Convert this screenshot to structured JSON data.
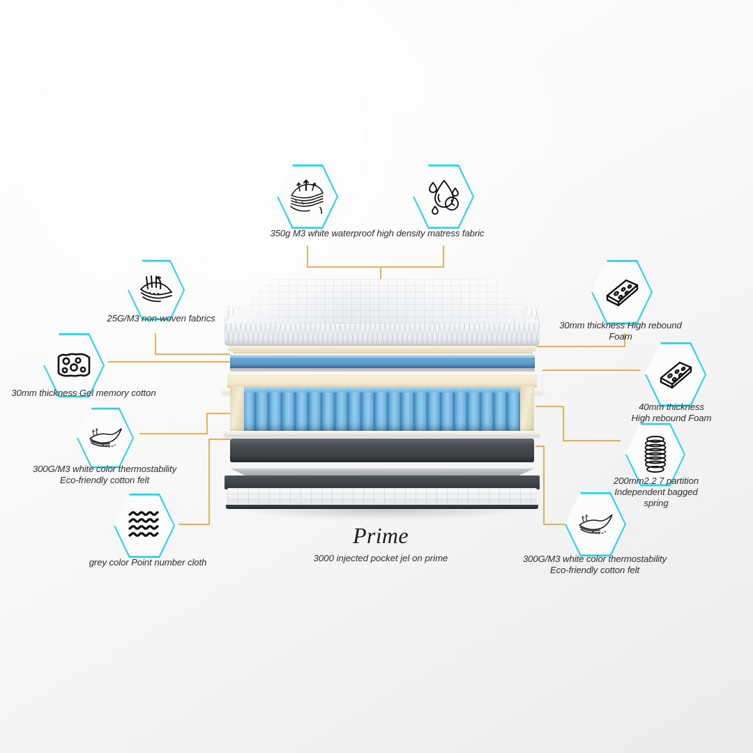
{
  "brand": {
    "name": "Prime",
    "tagline": "3000 injected pocket jel on prime"
  },
  "theme": {
    "hex_border": "#25d2e8",
    "connector": "#e8a33d",
    "icon_stroke": "#111111",
    "text": "#2d2d2d",
    "background": "#f6f6f6",
    "spring_blue": "#6fb2dd",
    "foam_cream": "#f0e6c8",
    "base_dark": "#4a4d52"
  },
  "features": [
    {
      "id": "waterproof-fabric",
      "icon": "breathable-fabric-layers-icon",
      "label": "350g  M3 white waterproof high density matress fabric",
      "side": "top"
    },
    {
      "id": "water-repellent",
      "icon": "water-droplet-icon",
      "label": "",
      "side": "top"
    },
    {
      "id": "non-woven-fabrics",
      "icon": "non-woven-fabric-icon",
      "label": "25G/M3 non-woven fabrics",
      "side": "left"
    },
    {
      "id": "gel-memory-cotton",
      "icon": "gel-foam-block-icon",
      "label": "30mm thickness Gel memory cotton",
      "side": "left"
    },
    {
      "id": "cotton-felt-left",
      "icon": "cotton-felt-sheet-icon",
      "label": "300G/M3 white color thermostability\nEco-friendly cotton felt",
      "side": "left"
    },
    {
      "id": "point-number-cloth",
      "icon": "zigzag-weave-icon",
      "label": "grey color Point number cloth",
      "side": "left"
    },
    {
      "id": "high-rebound-foam-30",
      "icon": "foam-block-icon",
      "label": "30mm thickness High rebound Foam",
      "side": "right"
    },
    {
      "id": "high-rebound-foam-40",
      "icon": "foam-block-icon",
      "label": "40mm thickness High rebound Foam",
      "side": "right"
    },
    {
      "id": "bagged-spring",
      "icon": "coil-spring-icon",
      "label": "200mm2.2 7 partition Independent bagged spring",
      "side": "right"
    },
    {
      "id": "cotton-felt-right",
      "icon": "cotton-felt-sheet-icon",
      "label": "300G/M3 white color thermostability\nEco-friendly cotton felt",
      "side": "right"
    }
  ]
}
